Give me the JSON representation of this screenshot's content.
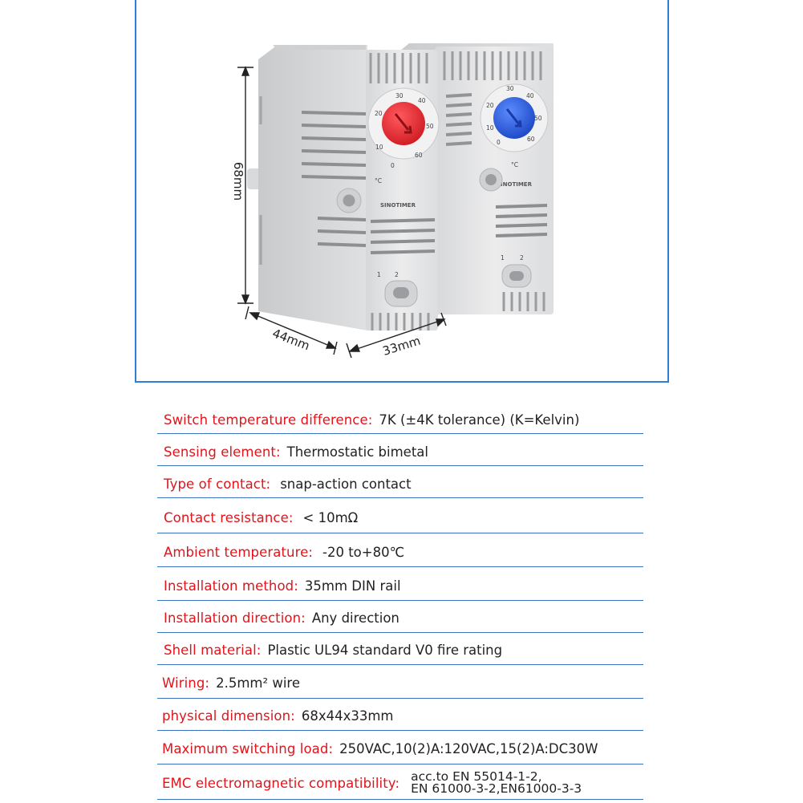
{
  "product_image": {
    "dimensions": {
      "height": "68mm",
      "width": "44mm",
      "depth": "33mm"
    },
    "brand": "SINOTIMER",
    "units": "°C",
    "dial_scale": [
      "0",
      "10",
      "20",
      "30",
      "40",
      "50",
      "60"
    ],
    "terminal_labels": [
      "1",
      "2"
    ],
    "colors": {
      "red_knob": "#e8262d",
      "blue_knob": "#2a5fd6",
      "housing": "#e3e4e6",
      "frame": "#2f7fd6"
    }
  },
  "specs": [
    {
      "label": "Switch temperature difference:",
      "value": "7K (±4K tolerance)  (K=Kelvin)"
    },
    {
      "label": "Sensing element:",
      "value": "Thermostatic bimetal"
    },
    {
      "label": "Type of contact:",
      "value": "snap-action contact"
    },
    {
      "label": "Contact resistance:",
      "value": "< 10mΩ"
    },
    {
      "label": "Ambient temperature:",
      "value": "-20 to+80℃"
    },
    {
      "label": "Installation method:",
      "value": "35mm DIN rail"
    },
    {
      "label": "Installation direction:",
      "value": "Any direction"
    },
    {
      "label": "Shell material:",
      "value": "Plastic UL94 standard V0 fire rating"
    },
    {
      "label": "Wiring:",
      "value": "2.5mm² wire"
    },
    {
      "label": "physical dimension:",
      "value": "68x44x33mm"
    },
    {
      "label": "Maximum switching load:",
      "value": "250VAC,10(2)A:120VAC,15(2)A:DC30W"
    },
    {
      "label": "EMC electromagnetic compatibility:",
      "value": "acc.to EN 55014-1-2,\nEN 61000-3-2,EN61000-3-3"
    }
  ],
  "style": {
    "label_color": "#e1141b",
    "rule_color": "#3a73c4"
  }
}
